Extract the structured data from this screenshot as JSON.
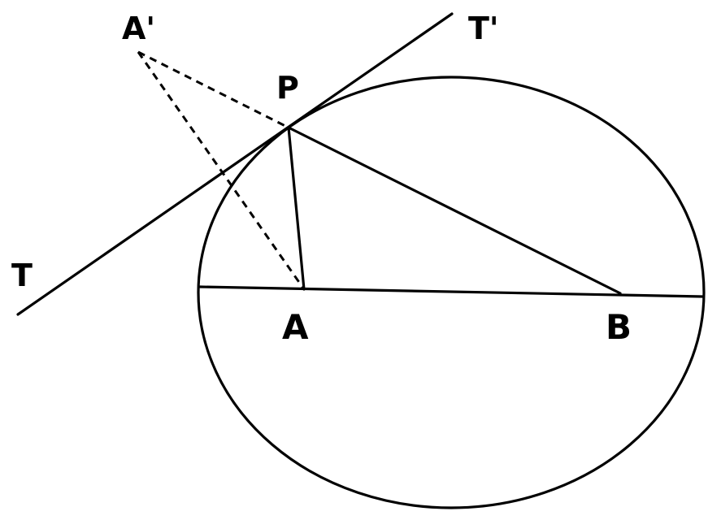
{
  "diagram": {
    "labels": {
      "A_prime": "A'",
      "T_prime": "T'",
      "P": "P",
      "T": "T",
      "A": "A",
      "B": "B"
    }
  }
}
